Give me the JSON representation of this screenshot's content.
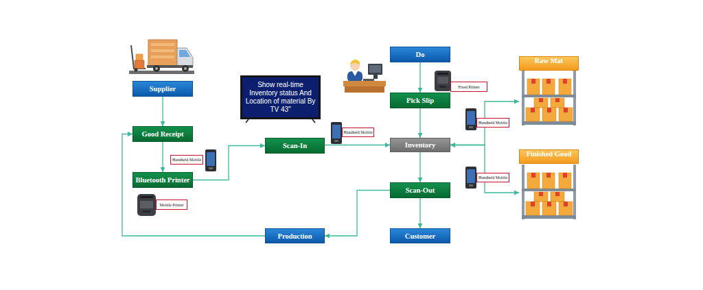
{
  "diagram": {
    "nodes": [
      {
        "text": [
          "Supplier"
        ]
      },
      {
        "text": [
          "Good Receipt"
        ]
      },
      {
        "text": [
          "Handheld Mobile"
        ]
      },
      {
        "text": [
          "Bluetooth Printer"
        ]
      },
      {
        "text": [
          "Mobile Printer"
        ]
      },
      {
        "text": [
          "Production"
        ]
      },
      {
        "text": [
          "Show real-time Inventory status And Location of material By TV 43\""
        ]
      },
      {
        "text": [
          "Scan-In"
        ]
      },
      {
        "text": [
          "Handheld Mobile"
        ]
      },
      {
        "text": [
          "Do"
        ]
      },
      {
        "text": [
          "Fixed Printer"
        ]
      },
      {
        "text": [
          "Pick Slip"
        ]
      },
      {
        "text": [
          "Inventory"
        ]
      },
      {
        "text": [
          "Handheld Mobile"
        ]
      },
      {
        "text": [
          "Handheld Mobile"
        ]
      },
      {
        "text": [
          "Scan-Out"
        ]
      },
      {
        "text": [
          "Customer"
        ]
      },
      {
        "text": [
          "Raw Mat"
        ]
      },
      {
        "text": [
          "Finished Good"
        ]
      }
    ],
    "edges": [
      {
        "from": 0,
        "to": 1,
        "arrow": "to"
      },
      {
        "from": 1,
        "to": 3,
        "arrow": "to"
      },
      {
        "from": 3,
        "to": 7,
        "arrow": "to"
      },
      {
        "from": 7,
        "to": 12,
        "arrow": "to"
      },
      {
        "from": 9,
        "to": 11,
        "arrow": "to"
      },
      {
        "from": 11,
        "to": 12,
        "arrow": "to"
      },
      {
        "from": 12,
        "to": 15,
        "arrow": "to"
      },
      {
        "from": 15,
        "to": 16,
        "arrow": "to"
      },
      {
        "from": 15,
        "to": 5,
        "arrow": "to"
      },
      {
        "from": 5,
        "to": 1,
        "arrow": "to"
      },
      {
        "from": 12,
        "to": 17,
        "arrow": "both"
      },
      {
        "from": 12,
        "to": 18,
        "arrow": "both"
      }
    ]
  }
}
